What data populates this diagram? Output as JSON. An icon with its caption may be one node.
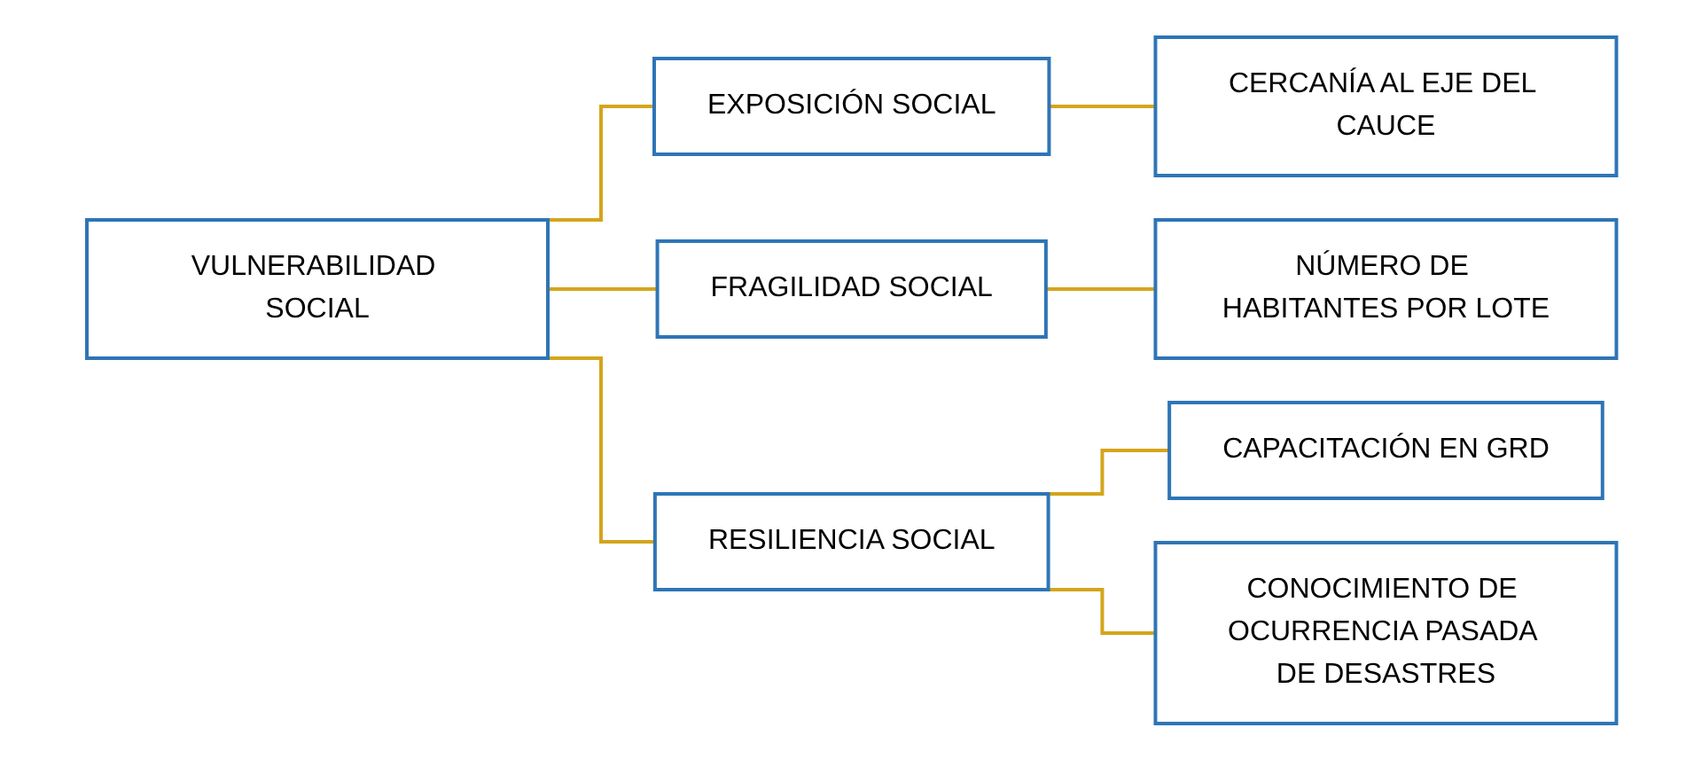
{
  "diagram": {
    "nodes": [
      {
        "text": [
          "VULNERABILIDAD SOCIAL"
        ]
      },
      {
        "text": [
          "EXPOSICIÓN SOCIAL"
        ]
      },
      {
        "text": [
          "CERCANÍA AL EJE DEL CAUCE"
        ]
      },
      {
        "text": [
          "FRAGILIDAD SOCIAL"
        ]
      },
      {
        "text": [
          "NÚMERO DE HABITANTES POR LOTE"
        ]
      },
      {
        "text": [
          "RESILIENCIA SOCIAL"
        ]
      },
      {
        "text": [
          "CAPACITACIÓN EN GRD"
        ]
      },
      {
        "text": [
          "CONOCIMIENTO DE OCURRENCIA PASADA DE DESASTRES"
        ]
      }
    ],
    "edges": [
      {
        "from": 0,
        "to": 1,
        "arrow": "none"
      },
      {
        "from": 0,
        "to": 3,
        "arrow": "none"
      },
      {
        "from": 0,
        "to": 5,
        "arrow": "none"
      },
      {
        "from": 1,
        "to": 2,
        "arrow": "none"
      },
      {
        "from": 3,
        "to": 4,
        "arrow": "none"
      },
      {
        "from": 5,
        "to": 6,
        "arrow": "none"
      },
      {
        "from": 5,
        "to": 7,
        "arrow": "none"
      }
    ]
  }
}
